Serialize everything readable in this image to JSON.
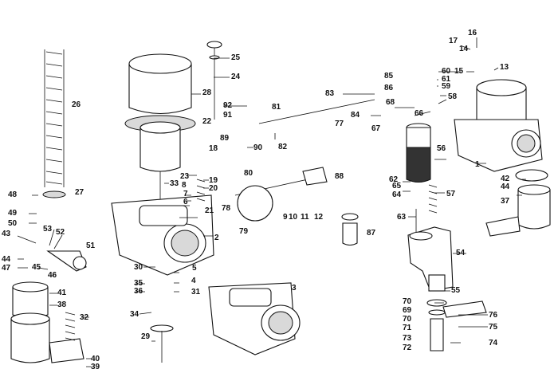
{
  "labels": {
    "l1": "1",
    "l2": "2",
    "l3": "3",
    "l4": "4",
    "l5": "5",
    "l6": "6",
    "l7": "7",
    "l8": "8",
    "l9": "9",
    "l10": "10",
    "l11": "11",
    "l12": "12",
    "l13": "13",
    "l14": "14",
    "l15": "15",
    "l16": "16",
    "l17": "17",
    "l18": "18",
    "l19": "19",
    "l20": "20",
    "l21": "21",
    "l22": "22",
    "l23": "23",
    "l24": "24",
    "l25": "25",
    "l26": "26",
    "l27": "27",
    "l28": "28",
    "l29": "29",
    "l30": "30",
    "l31": "31",
    "l32": "32",
    "l33": "33",
    "l34": "34",
    "l35": "35",
    "l36": "36",
    "l37": "37",
    "l38": "38",
    "l39": "39",
    "l40": "40",
    "l41": "41",
    "l42": "42",
    "l43": "43",
    "l44": "44",
    "l44b": "44",
    "l45": "45",
    "l46": "46",
    "l47": "47",
    "l48": "48",
    "l49": "49",
    "l50": "50",
    "l51": "51",
    "l52": "52",
    "l53": "53",
    "l54": "54",
    "l55": "55",
    "l56": "56",
    "l57": "57",
    "l58": "58",
    "l59": "59",
    "l60": "60",
    "l61": "61",
    "l62": "62",
    "l63": "63",
    "l64": "64",
    "l65": "65",
    "l66": "66",
    "l67": "67",
    "l68": "68",
    "l69": "69",
    "l70": "70",
    "l70b": "70",
    "l71": "71",
    "l72": "72",
    "l73": "73",
    "l74": "74",
    "l75": "75",
    "l76": "76",
    "l77": "77",
    "l78": "78",
    "l79": "79",
    "l80": "80",
    "l81": "81",
    "l82": "82",
    "l83": "83",
    "l84": "84",
    "l85": "85",
    "l86": "86",
    "l87": "87",
    "l88": "88",
    "l89": "89",
    "l90": "90",
    "l91": "91",
    "l92": "92"
  }
}
